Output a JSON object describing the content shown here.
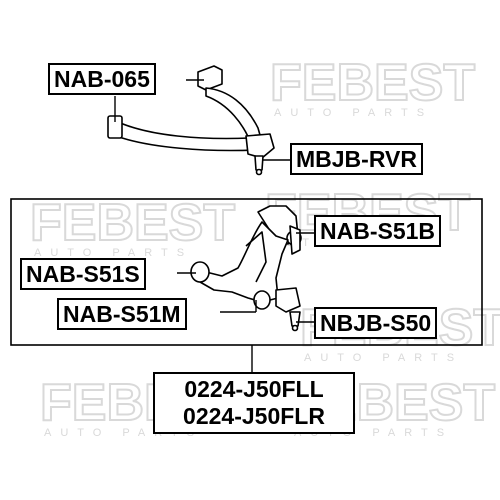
{
  "watermark": {
    "brand": "FEBEST",
    "tagline": "AUTO PARTS",
    "color": "#d9d9d9"
  },
  "upper_assembly": {
    "arm_label": "NAB-065",
    "ball_joint_label": "MBJB-RVR"
  },
  "lower_assembly": {
    "rear_bushing_label": "NAB-S51B",
    "front_bushing_label": "NAB-S51S",
    "mid_bushing_label": "NAB-S51M",
    "ball_joint_label": "NBJB-S50",
    "part_numbers": [
      "0224-J50FLL",
      "0224-J50FLR"
    ]
  },
  "colors": {
    "ink": "#000000",
    "background": "#ffffff"
  }
}
